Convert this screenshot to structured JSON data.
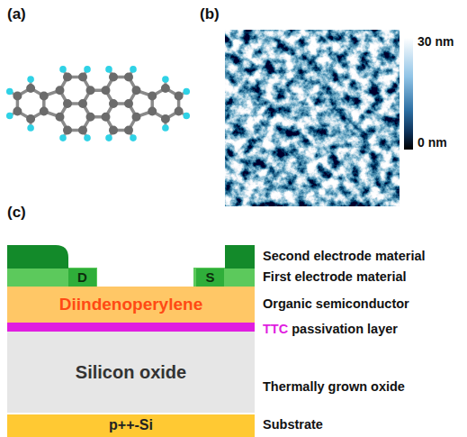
{
  "diagram": {
    "nodes": [
      {
        "text": [
          "D"
        ]
      },
      {
        "text": [
          "S"
        ]
      },
      {
        "text": [
          "Diindenoperylene"
        ]
      },
      {
        "text": [
          "Silicon oxide"
        ]
      },
      {
        "text": [
          "p++-Si"
        ]
      }
    ],
    "labels": [
      "(a)",
      "(b)",
      "(c)",
      "30 nm",
      "0 nm",
      "Second electrode material",
      "First electrode material",
      "Organic semiconductor",
      "TTC",
      "passivation layer",
      "Thermally grown oxide",
      "Substrate"
    ]
  }
}
